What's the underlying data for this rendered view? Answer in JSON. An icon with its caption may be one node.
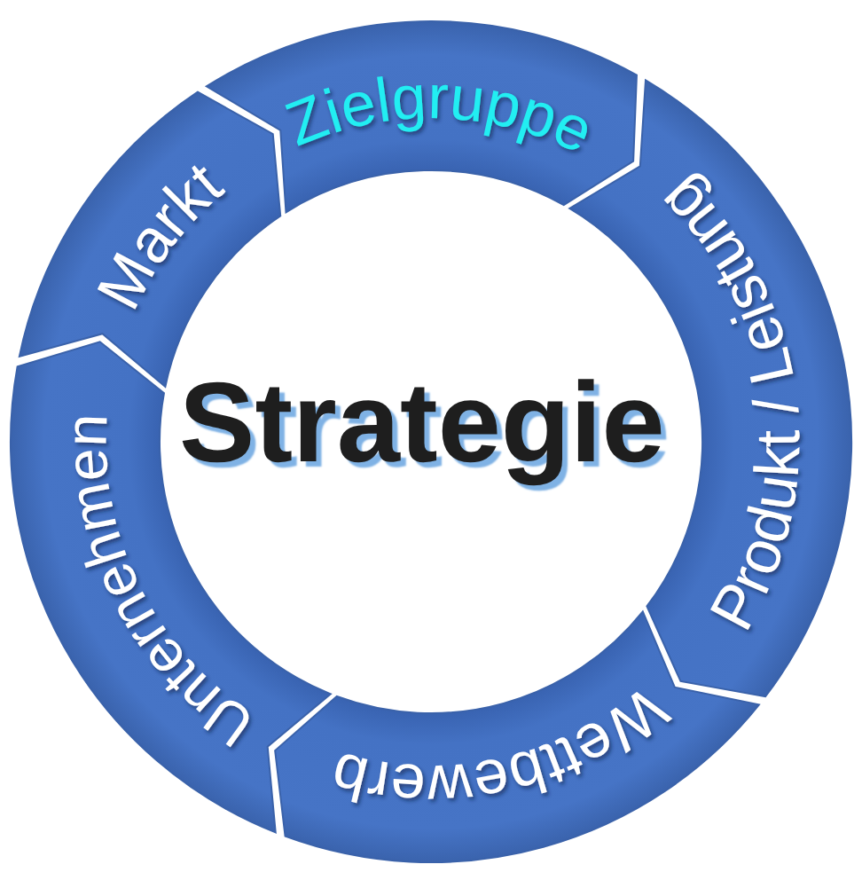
{
  "diagram": {
    "nodes": [
      {
        "text": [
          "Zielgruppe"
        ]
      },
      {
        "text": [
          "Produkt / Leistung"
        ]
      },
      {
        "text": [
          "Wettbewerb"
        ]
      },
      {
        "text": [
          "Unternehmen"
        ]
      },
      {
        "text": [
          "Markt"
        ]
      }
    ],
    "labels": [
      "Strategie"
    ]
  }
}
